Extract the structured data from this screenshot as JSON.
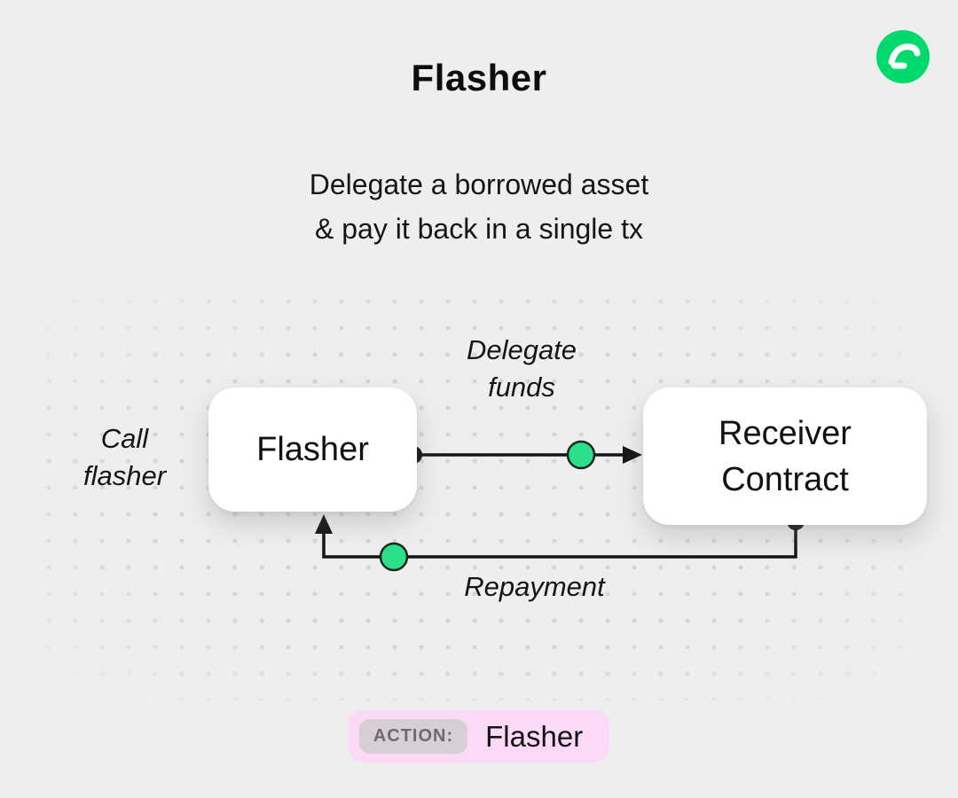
{
  "title": "Flasher",
  "subtitle_line1": "Delegate a borrowed asset",
  "subtitle_line2": "& pay it back in a single tx",
  "diagram": {
    "call_label_line1": "Call",
    "call_label_line2": "flasher",
    "flasher_box": "Flasher",
    "receiver_line1": "Receiver",
    "receiver_line2": "Contract",
    "delegate_label_line1": "Delegate",
    "delegate_label_line2": "funds",
    "repayment_label": "Repayment"
  },
  "action_badge": {
    "label": "ACTION:",
    "value": "Flasher"
  },
  "colors": {
    "background": "#efeeee",
    "accent_green": "#2ce08b",
    "line_black": "#141414",
    "badge_pink": "#fbd9f7",
    "badge_label_bg": "#d8cfd6",
    "logo_green": "#00d96e"
  }
}
